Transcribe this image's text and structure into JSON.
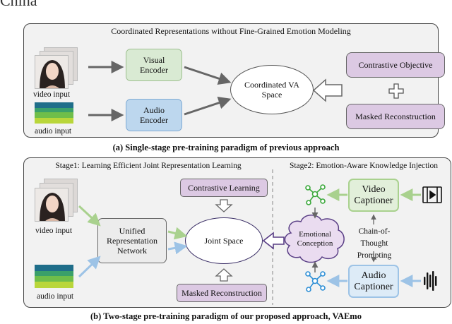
{
  "header_fragment": "China",
  "top": {
    "title": "Coordinated Representations without Fine-Grained Emotion Modeling",
    "video_label": "video input",
    "audio_label": "audio input",
    "visual_encoder": "Visual Encoder",
    "audio_encoder": "Audio Encoder",
    "space": "Coordinated VA Space",
    "contrastive": "Contrastive Objective",
    "masked": "Masked Reconstruction",
    "caption": "(a) Single-stage pre-training  paradigm of previous approach"
  },
  "bottom": {
    "stage1": "Stage1: Learning Efficient Joint Representation Learning",
    "stage2": "Stage2: Emotion-Aware Knowledge Injection",
    "video_label": "video input",
    "audio_label": "audio input",
    "urn": "Unified Representation Network",
    "joint": "Joint Space",
    "contrastive": "Contrastive Learning",
    "masked": "Masked Reconstruction",
    "emotional": "Emotional Conception",
    "video_captioner": "Video Captioner",
    "audio_captioner": "Audio Captioner",
    "cot": "Chain-of-Thought Prompting",
    "caption": "(b) Two-stage pre-training  paradigm of our proposed approach, VAEmo"
  },
  "colors": {
    "green": "#d9ead3",
    "blue": "#bdd7ee",
    "purple": "#dcc9e3",
    "network_green": "#3aa83a",
    "network_blue": "#2e8fd6"
  },
  "icons": [
    "face-image",
    "spectrogram",
    "network-icon",
    "film-icon",
    "audio-wave-icon"
  ]
}
